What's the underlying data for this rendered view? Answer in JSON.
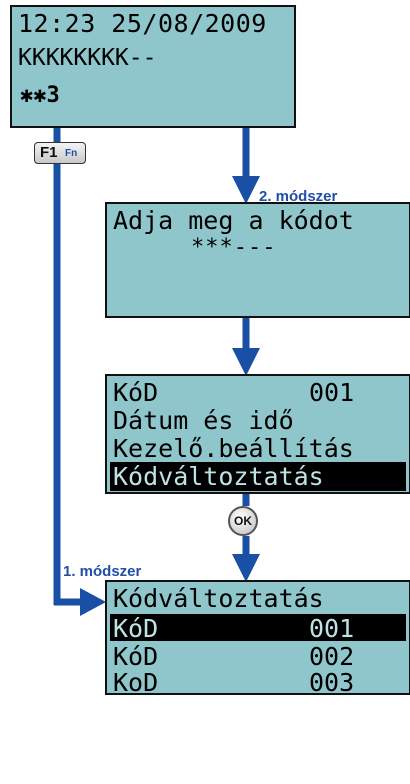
{
  "screen1": {
    "line1": "12:23 25/08/2009",
    "line2": "KKKKKKKK--",
    "line3": "✱✱3"
  },
  "screen2": {
    "line1": "Adja meg a kódot",
    "line2": "***---"
  },
  "screen3": {
    "row1_label": "KóD",
    "row1_value": "001",
    "row2": "Dátum és idő",
    "row3": "Kezelő.beállítás",
    "row4": "Kódváltoztatás"
  },
  "screen4": {
    "title": "Kódváltoztatás",
    "rows": [
      {
        "label": "KóD",
        "value": "001"
      },
      {
        "label": "KóD",
        "value": "002"
      },
      {
        "label": "KoD",
        "value": "003"
      }
    ]
  },
  "labels": {
    "method2": "2. módszer",
    "method1": "1. módszer",
    "f1_main": "F1",
    "f1_sub": "Fn",
    "ok": "OK"
  },
  "colors": {
    "lcd_background": "#8fc6cb",
    "arrow": "#1a4fa6",
    "label_text": "#1f4fa8"
  }
}
